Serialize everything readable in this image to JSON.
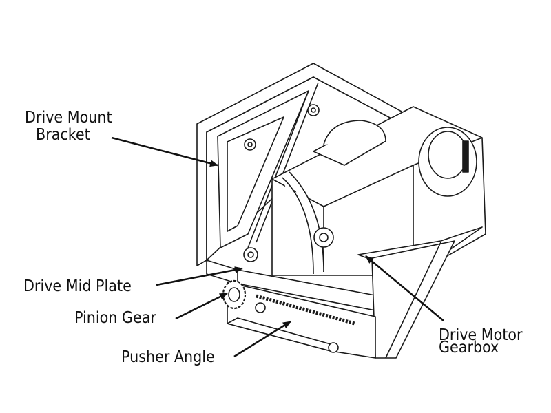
{
  "labels": {
    "drive_mount_bracket": [
      "Drive Mount",
      "Bracket"
    ],
    "drive_mid_plate": "Drive Mid Plate",
    "pinion_gear": "Pinion Gear",
    "pusher_angle": "Pusher Angle",
    "drive_motor_gearbox": [
      "Drive Motor",
      "Gearbox"
    ]
  },
  "colors": {
    "line": "#1a1a1a",
    "fill": "#ffffff",
    "text": "#111111"
  }
}
